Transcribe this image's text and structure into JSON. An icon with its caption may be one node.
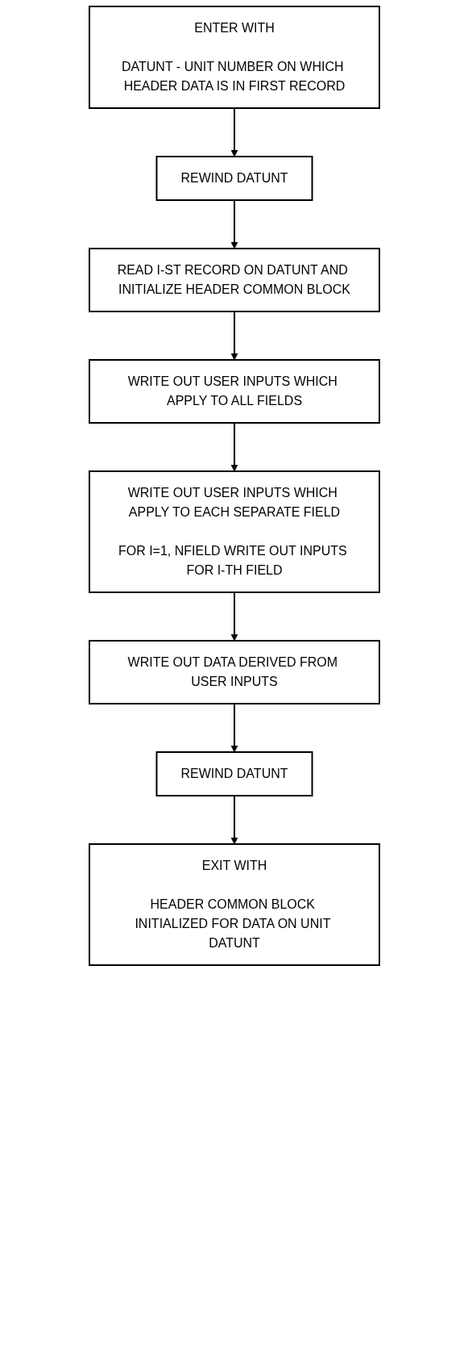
{
  "diagram": {
    "nodes": [
      {
        "text": [
          "ENTER WITH",
          "DATUNT - UNIT NUMBER ON WHICH HEADER DATA IS IN FIRST RECORD"
        ]
      },
      {
        "text": [
          "REWIND DATUNT"
        ]
      },
      {
        "text": [
          "READ I-ST RECORD ON DATUNT AND INITIALIZE HEADER COMMON BLOCK"
        ]
      },
      {
        "text": [
          "WRITE OUT USER INPUTS WHICH APPLY TO ALL FIELDS"
        ]
      },
      {
        "text": [
          "WRITE OUT USER INPUTS WHICH APPLY TO EACH SEPARATE FIELD",
          "FOR I=1, NFIELD WRITE OUT INPUTS FOR I-TH FIELD"
        ]
      },
      {
        "text": [
          "WRITE OUT DATA DERIVED FROM USER INPUTS"
        ]
      },
      {
        "text": [
          "REWIND DATUNT"
        ]
      },
      {
        "text": [
          "EXIT WITH",
          "HEADER COMMON BLOCK INITIALIZED FOR DATA ON UNIT DATUNT"
        ]
      }
    ],
    "edges": [
      {
        "from": 0,
        "to": 1,
        "arrow": "to"
      },
      {
        "from": 1,
        "to": 2,
        "arrow": "to"
      },
      {
        "from": 2,
        "to": 3,
        "arrow": "to"
      },
      {
        "from": 3,
        "to": 4,
        "arrow": "to"
      },
      {
        "from": 4,
        "to": 5,
        "arrow": "to"
      },
      {
        "from": 5,
        "to": 6,
        "arrow": "to"
      },
      {
        "from": 6,
        "to": 7,
        "arrow": "to"
      }
    ]
  }
}
